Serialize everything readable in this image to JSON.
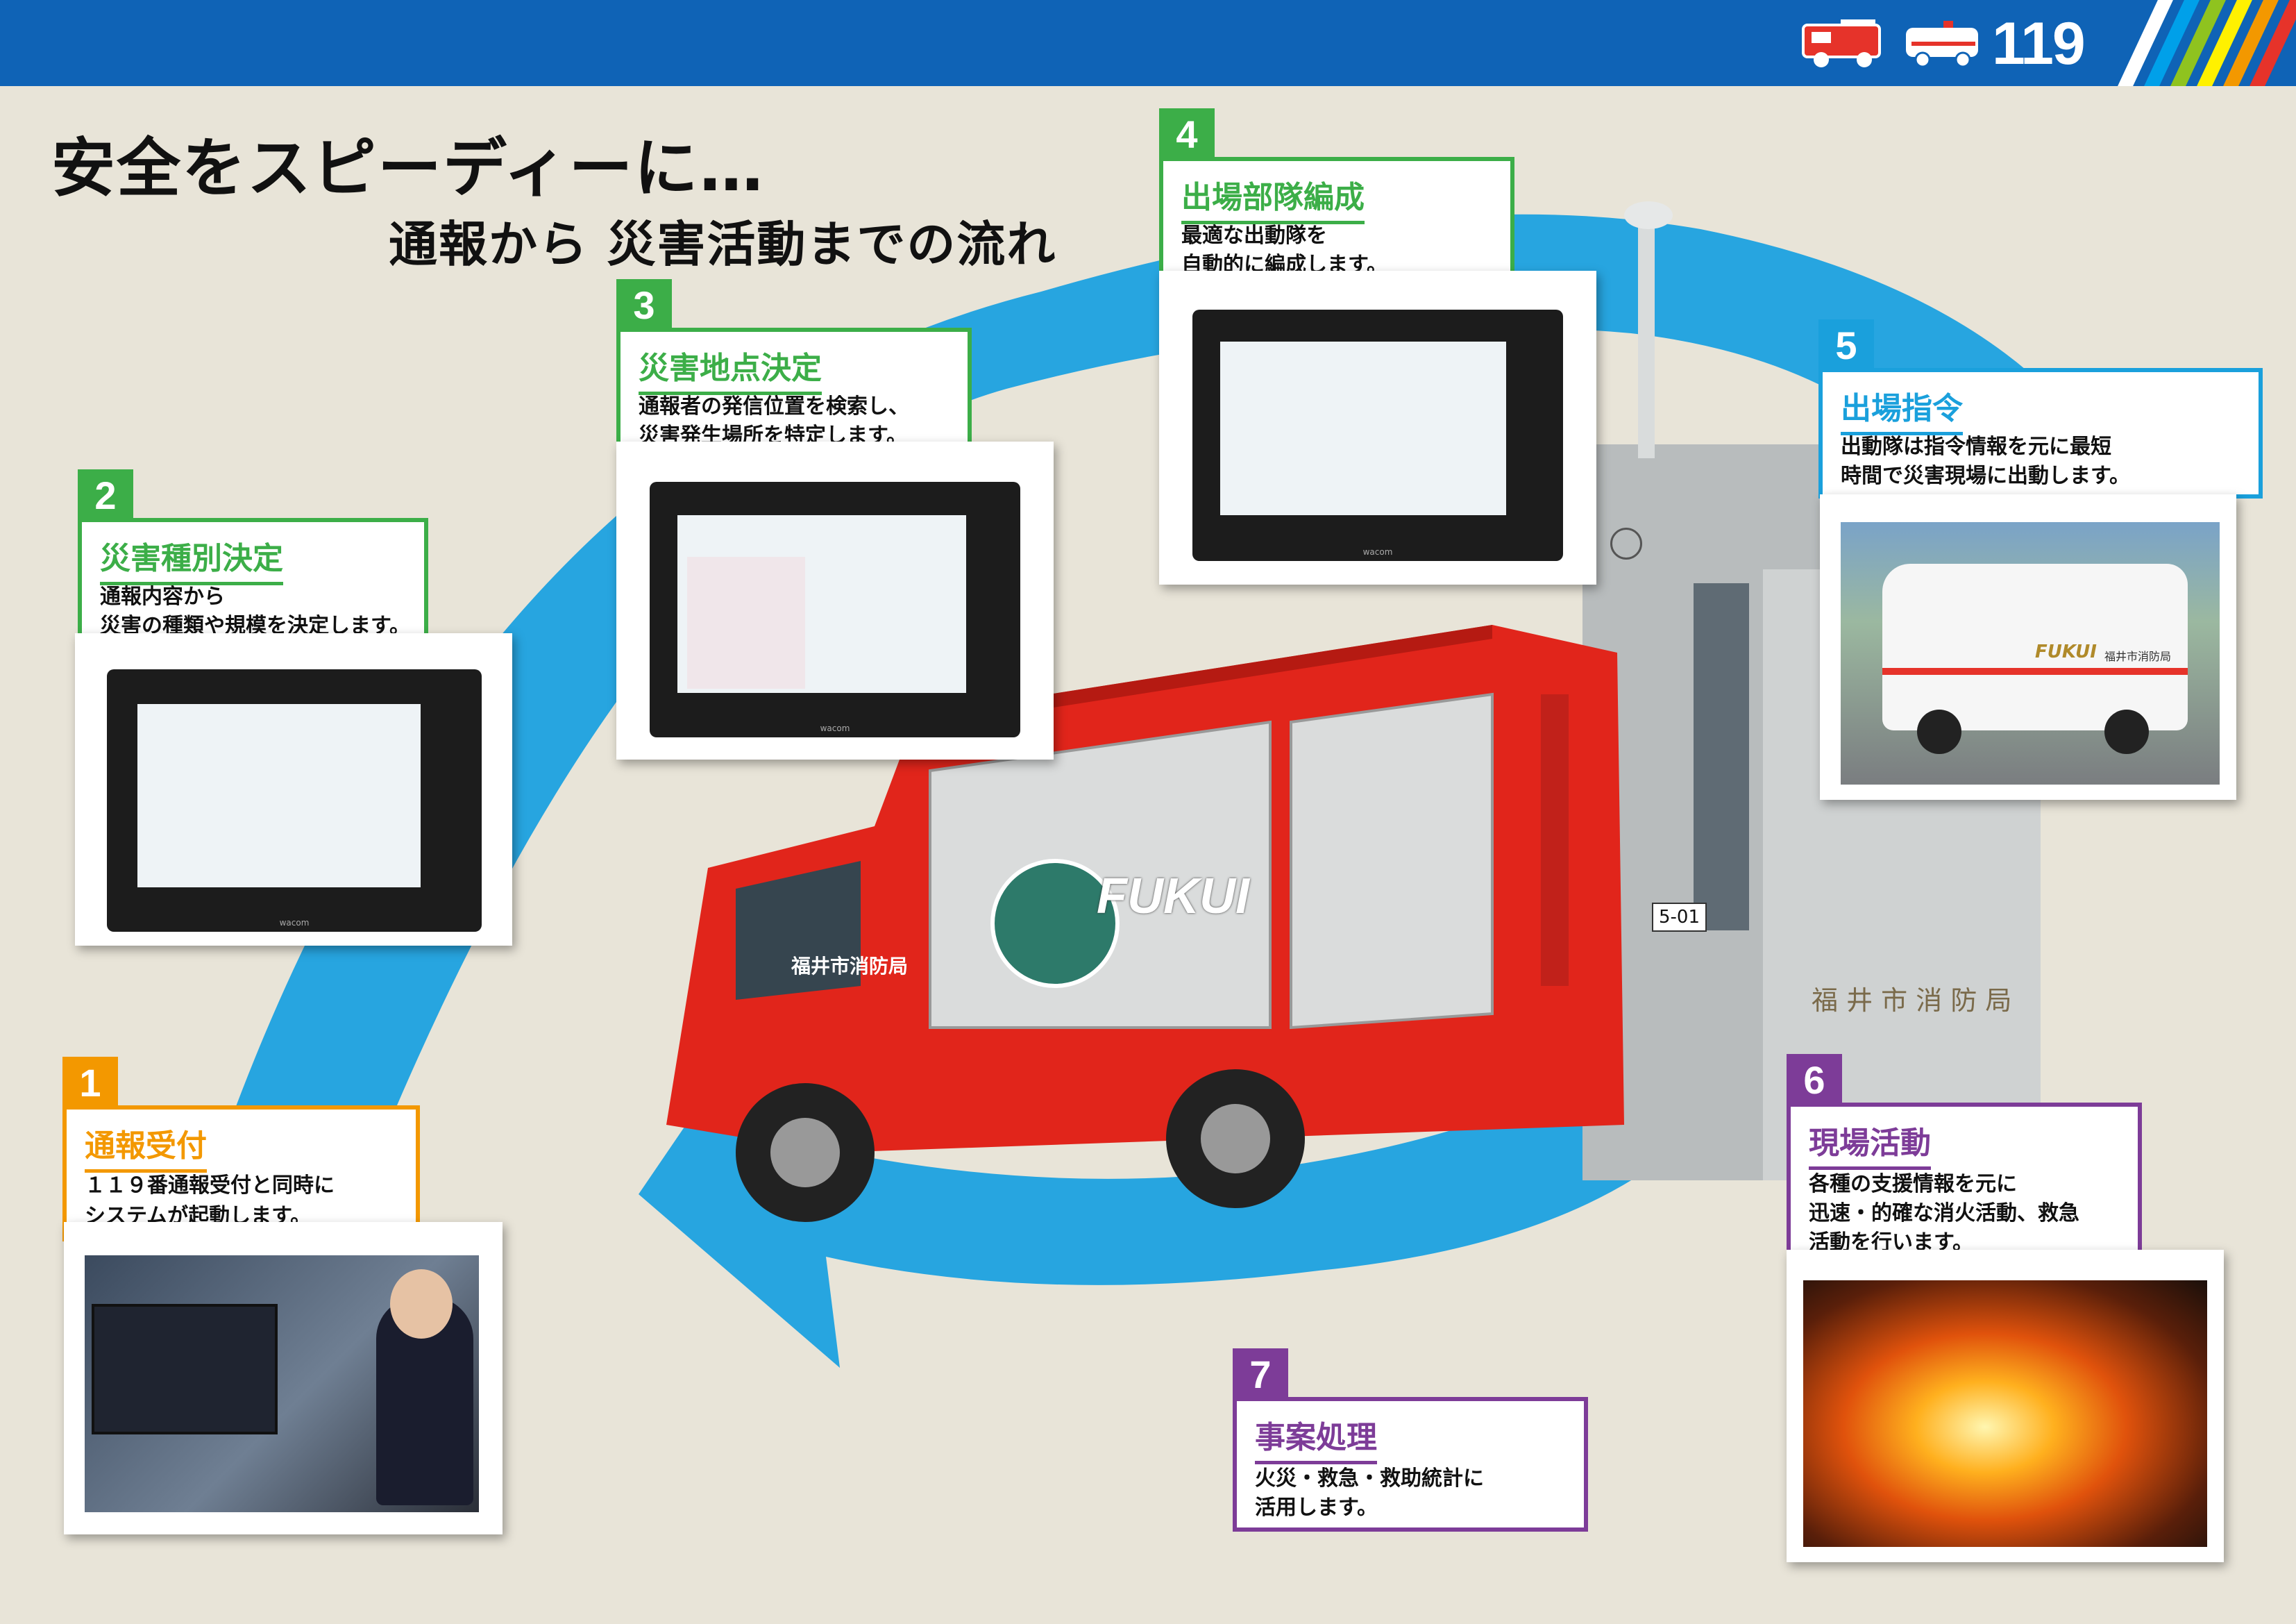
{
  "header": {
    "number": "119",
    "colors": {
      "bar": "#0f63b6",
      "stripes": [
        "#e6332a",
        "#f39800",
        "#fff100",
        "#8fc31f",
        "#00a0e9",
        "#ffffff"
      ]
    },
    "icons": [
      "fire-engine-icon",
      "ambulance-icon"
    ]
  },
  "title": {
    "main": "安全をスピーディーに…",
    "sub": "通報から 災害活動までの流れ"
  },
  "steps": [
    {
      "num": "1",
      "title": "通報受付",
      "lines": [
        "１１９番通報受付と同時に",
        "システムが起動します。"
      ],
      "color": "#f39800"
    },
    {
      "num": "2",
      "title": "災害種別決定",
      "lines": [
        "通報内容から",
        "災害の種類や規模を決定します。"
      ],
      "color": "#3cae48"
    },
    {
      "num": "3",
      "title": "災害地点決定",
      "lines": [
        "通報者の発信位置を検索し、",
        "災害発生場所を特定します。"
      ],
      "color": "#3cae48"
    },
    {
      "num": "4",
      "title": "出場部隊編成",
      "lines": [
        "最適な出動隊を",
        "自動的に編成します。"
      ],
      "color": "#3cae48"
    },
    {
      "num": "5",
      "title": "出場指令",
      "lines": [
        "出動隊は指令情報を元に最短",
        "時間で災害現場に出動します。"
      ],
      "color": "#1aa0dc"
    },
    {
      "num": "6",
      "title": "現場活動",
      "lines": [
        "各種の支援情報を元に",
        "迅速・的確な消火活動、救急",
        "活動を行います。"
      ],
      "color": "#7d3c98"
    },
    {
      "num": "7",
      "title": "事案処理",
      "lines": [
        "火災・救急・救助統計に",
        "活用します。"
      ],
      "color": "#7d3c98"
    }
  ],
  "truck": {
    "lettering": "FUKUI",
    "station": "福井市消防局",
    "plate": "5-01"
  },
  "ambulance": {
    "station": "福井市消防局",
    "lettering": "FUKUI"
  },
  "building_sign": "福 井 市 消 防 局",
  "monitor_brand": "wacom"
}
